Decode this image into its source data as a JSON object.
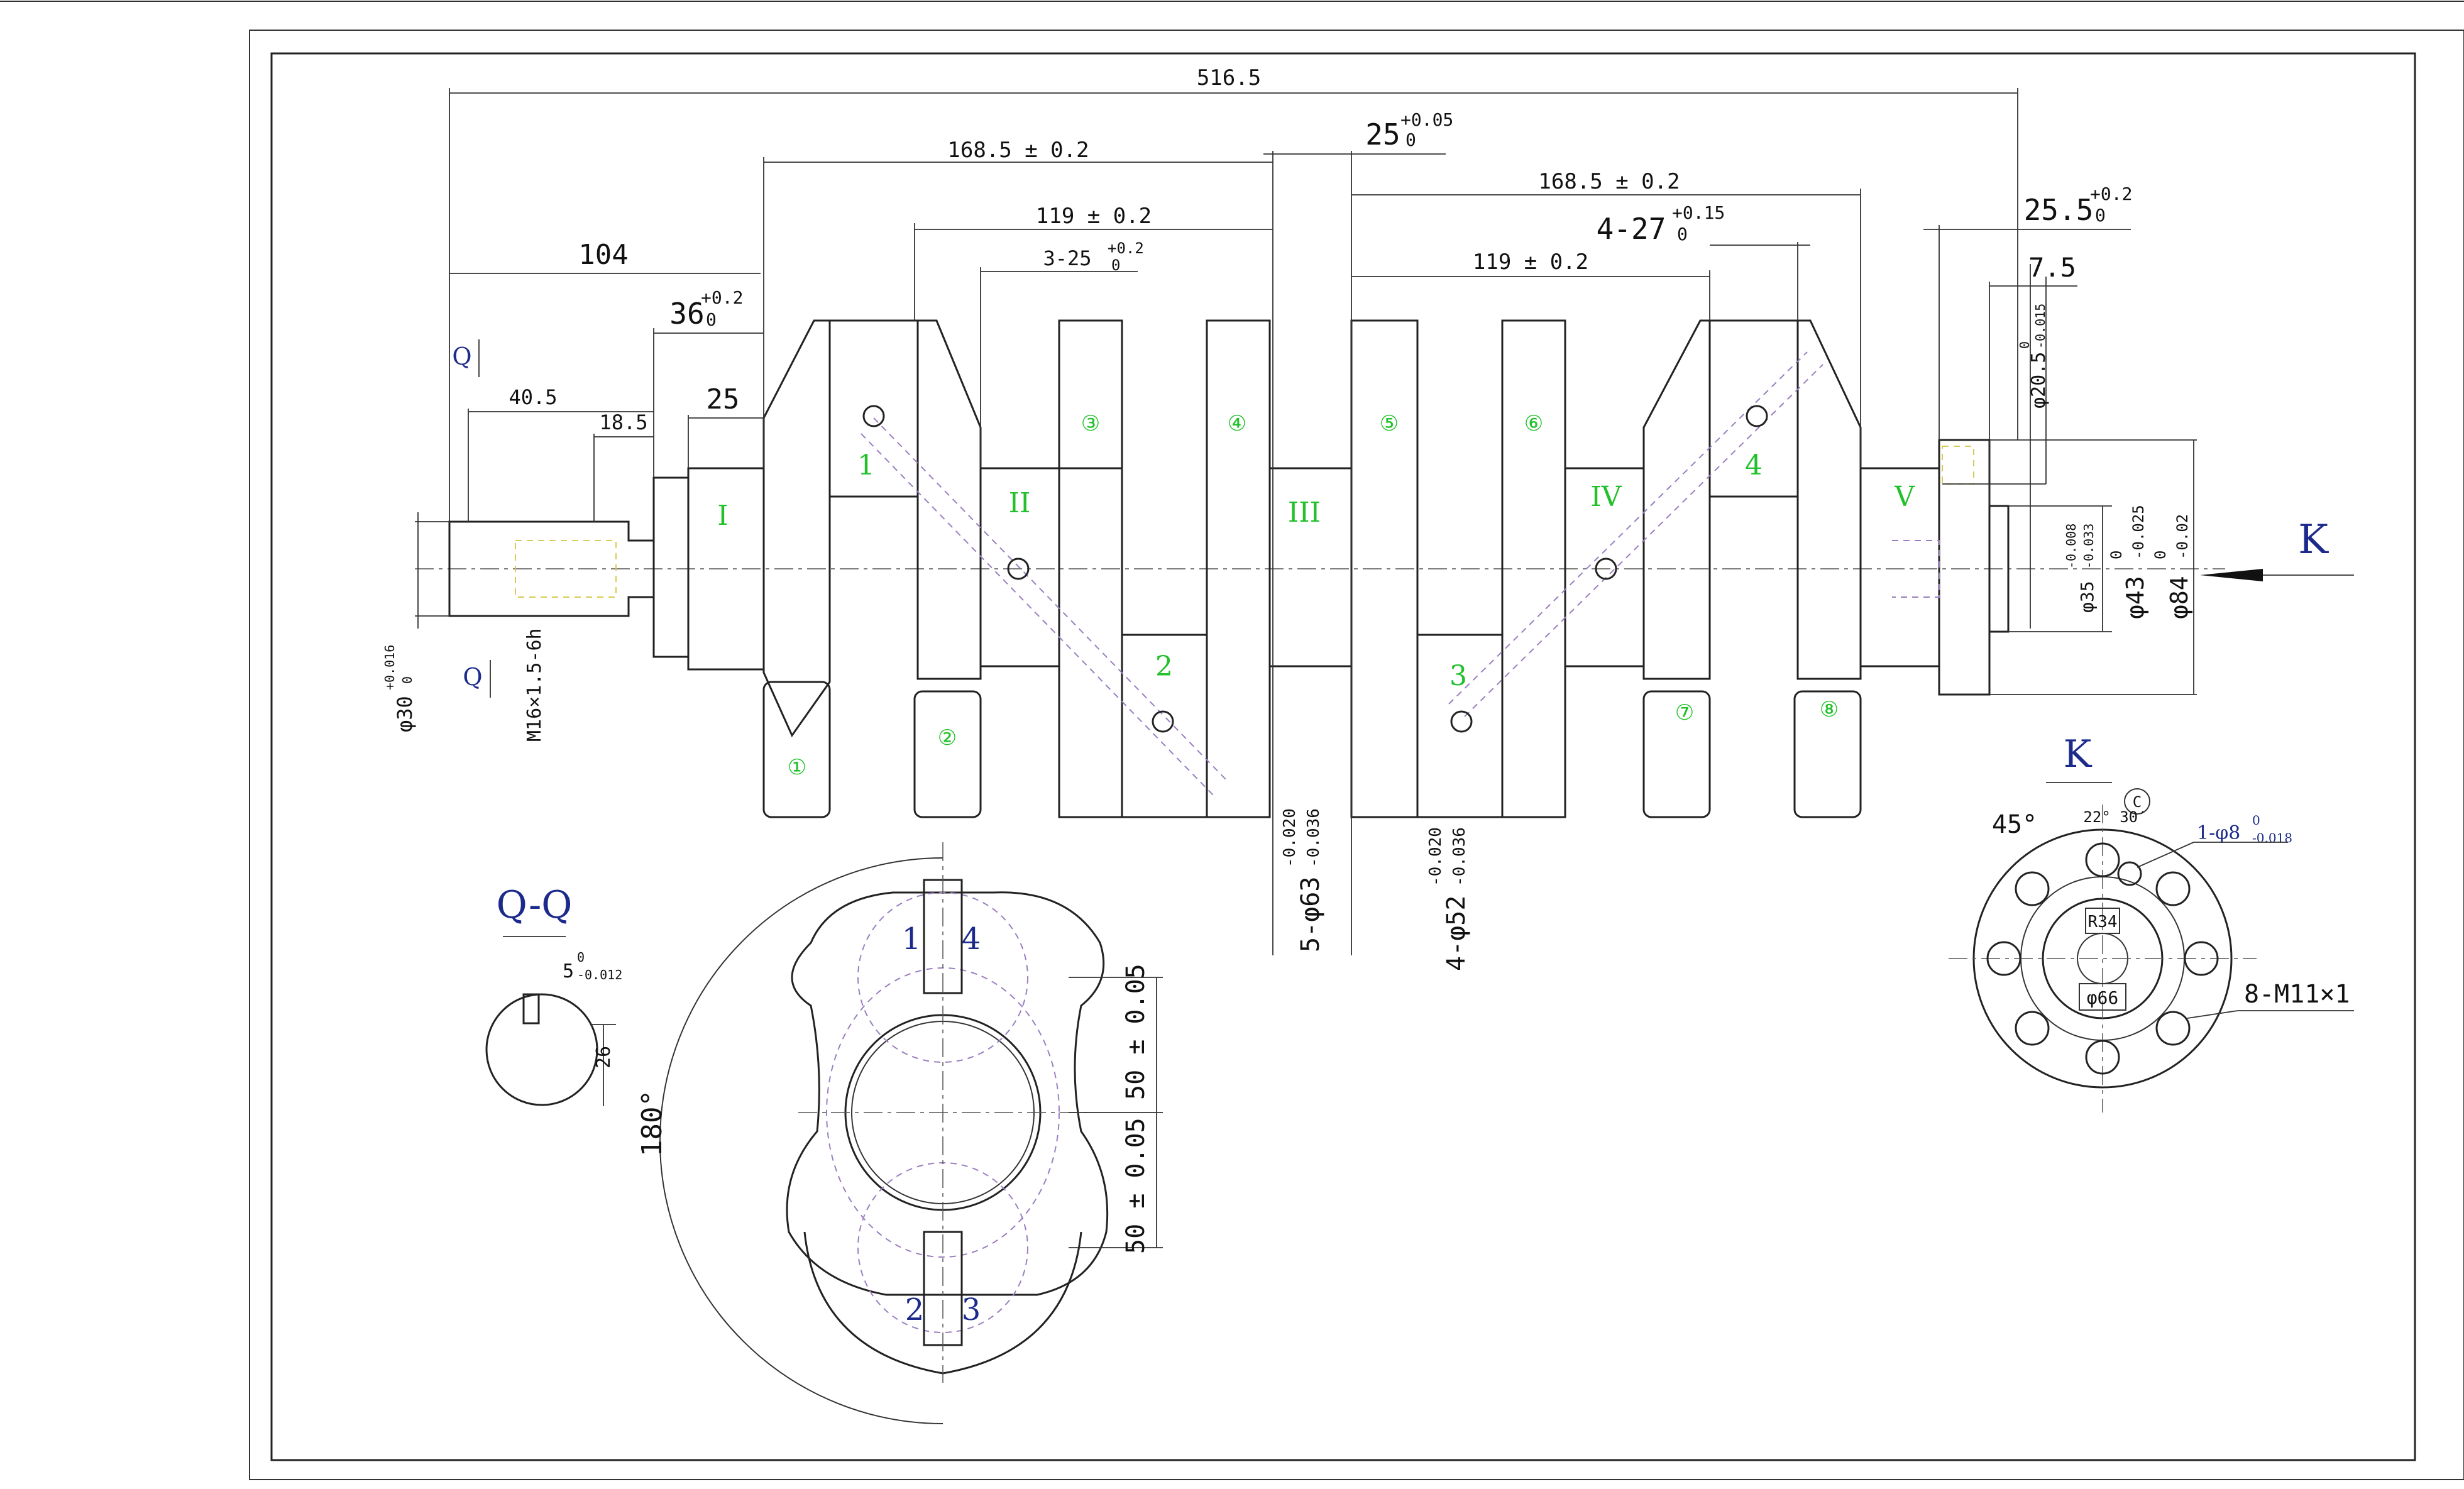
{
  "dimensions": {
    "overall": "516.5",
    "main1": "168.5 ± 0.2",
    "main2": "168.5 ± 0.2",
    "pin1": "119 ± 0.2",
    "pin2": "119 ± 0.2",
    "web3": "3-25",
    "web3_tol": "+0.2",
    "web3_tol_lo": "0",
    "center": "25",
    "center_tol": "+0.05",
    "center_tol_lo": "0",
    "pin4": "4-27",
    "pin4_tol": "+0.15",
    "pin4_tol_lo": "0",
    "flange_w": "25.5",
    "flange_w_tol": "+0.2",
    "flange_w_tol_lo": "0",
    "flange_step": "7.5",
    "snout": "104",
    "first_main": "36",
    "first_main_tol": "+0.2",
    "first_main_tol_lo": "0",
    "nose25": "25",
    "key_len": "40.5",
    "key_gap": "18.5",
    "d_nose": "φ30",
    "d_nose_tol": "+0.016",
    "d_nose_tol_lo": "0",
    "thread": "M16×1.5-6h",
    "d_main": "5-φ63",
    "d_main_tol_hi": "-0.020",
    "d_main_tol_lo": "-0.036",
    "d_pin": "4-φ52",
    "d_pin_tol_hi": "-0.020",
    "d_pin_tol_lo": "-0.036",
    "d_hole": "φ20.5",
    "d_hole_tol_hi": "0",
    "d_hole_tol_lo": "-0.015",
    "d_pilot": "φ35",
    "d_pilot_tol_hi": "-0.008",
    "d_pilot_tol_lo": "-0.033",
    "d_flange_in": "φ43",
    "d_flange_in_tol_hi": "0",
    "d_flange_in_tol_lo": "-0.025",
    "d_flange": "φ84",
    "d_flange_tol_hi": "0",
    "d_flange_tol_lo": "-0.02"
  },
  "labels": {
    "section_q": "Q",
    "section_qq": "Q-Q",
    "view_k": "K",
    "key_w": "5",
    "key_w_tol_hi": "0",
    "key_w_tol_lo": "-0.012",
    "key_h": "26",
    "throw_a": "50 ± 0.05",
    "throw_b": "50 ± 0.05",
    "angle_180": "180°",
    "angle_45": "45°",
    "angle_22": "22° 30′",
    "datum_c": "C",
    "dowel": "1-φ8",
    "dowel_tol_hi": "0",
    "dowel_tol_lo": "-0.018",
    "r34": "R34",
    "d66": "φ66",
    "bolts": "8-M11×1"
  },
  "journals": {
    "main": [
      "I",
      "II",
      "III",
      "IV",
      "V"
    ],
    "pins": [
      "1",
      "2",
      "3",
      "4"
    ],
    "webs": [
      "①",
      "②",
      "③",
      "④",
      "⑤",
      "⑥",
      "⑦",
      "⑧"
    ]
  },
  "end_view_numbers": {
    "top_left": "1",
    "top_right": "4",
    "bottom_left": "2",
    "bottom_right": "3"
  },
  "colors": {
    "line": "#222222",
    "green": "#22c02a",
    "blue": "#1c2a8c",
    "hidden_purple": "#9a7fc0",
    "hidden_yellow": "#d6cc55",
    "hatch_cyan": "#38b8c8"
  }
}
